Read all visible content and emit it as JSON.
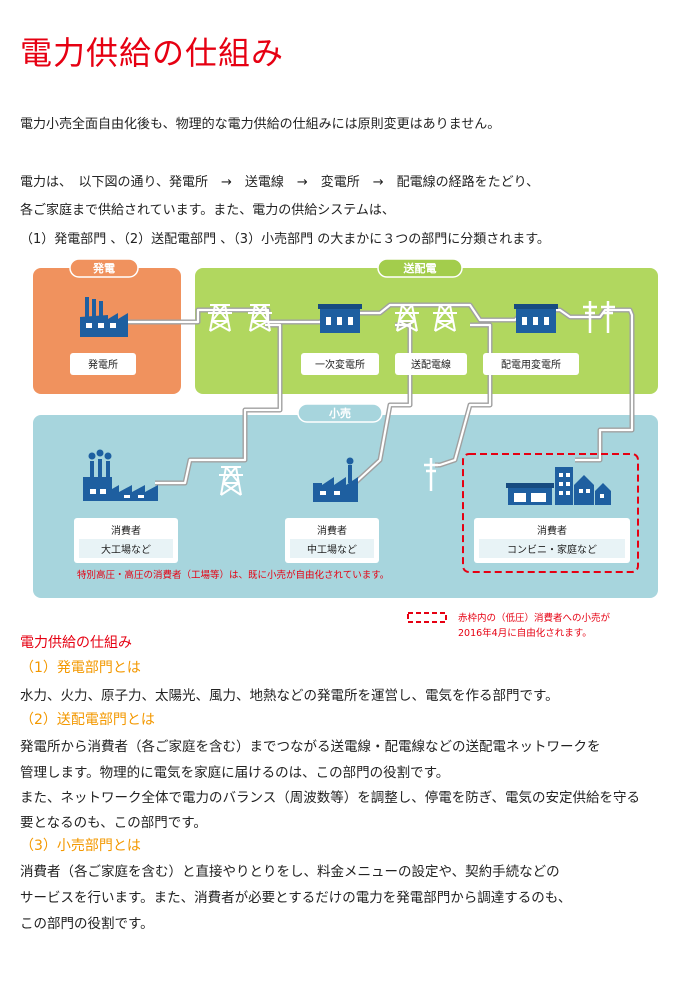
{
  "title": "電力供給の仕組み",
  "intro": {
    "line1": "電力小売全面自由化後も、物理的な電力供給の仕組みには原則変更はありません。",
    "line2": "電力は、　以下図の通り、発電所　→　送電線　→　変電所　→　配電線の経路をたどり、",
    "line3": "各ご家庭まで供給されています。また、電力の供給システムは、",
    "line4": "（1）発電部門 、（2）送配電部門 、（3）小売部門 の大まかに３つの部門に分類されます。"
  },
  "diagram": {
    "generation": {
      "label": "発電",
      "plant": "発電所"
    },
    "transmission": {
      "label": "送配電",
      "primary_substation": "一次変電所",
      "lines": "送配電線",
      "distribution_substation": "配電用変電所"
    },
    "retail": {
      "label": "小売",
      "consumer_label": "消費者",
      "large_factory": "大工場など",
      "medium_factory": "中工場など",
      "convenience_home": "コンビニ・家庭など",
      "note": "特別高圧・高圧の消費者（工場等）は、既に小売が自由化されています。"
    },
    "legend": {
      "line1": "赤枠内の（低圧）消費者への小売が",
      "line2": "2016年4月に自由化されます。"
    },
    "colors": {
      "generation": "#f0925e",
      "transmission": "#b1d75f",
      "retail": "#a7d5dd",
      "icon": "#1e5fa0",
      "highlight": "#e60012"
    }
  },
  "sections": {
    "heading": "電力供給の仕組み",
    "s1": {
      "title": "（1）発電部門とは",
      "lines": [
        "水力、火力、原子力、太陽光、風力、地熱などの発電所を運営し、電気を作る部門です。"
      ]
    },
    "s2": {
      "title": "（2）送配電部門とは",
      "lines": [
        "発電所から消費者（各ご家庭を含む）までつながる送電線・配電線などの送配電ネットワークを",
        "管理します。物理的に電気を家庭に届けるのは、この部門の役割です。",
        "また、ネットワーク全体で電力のバランス（周波数等）を調整し、停電を防ぎ、電気の安定供給を守る",
        "要となるのも、この部門です。"
      ]
    },
    "s3": {
      "title": "（3）小売部門とは",
      "lines": [
        "消費者（各ご家庭を含む）と直接やりとりをし、料金メニューの設定や、契約手続などの",
        "サービスを行います。また、消費者が必要とするだけの電力を発電部門から調達するのも、",
        "この部門の役割です。"
      ]
    }
  }
}
